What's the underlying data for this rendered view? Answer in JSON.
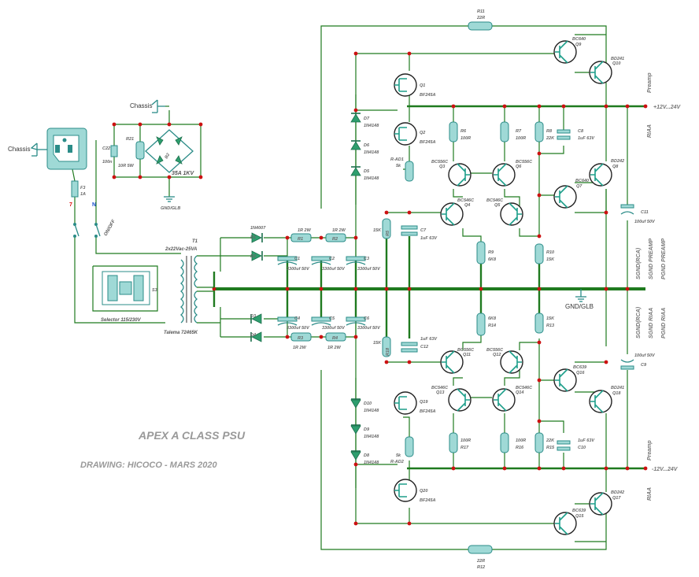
{
  "title": "APEX A CLASS PSU",
  "drawing": "DRAWING: HICOCO - MARS 2020",
  "chassis_labels": [
    "Chassis",
    "Chassis"
  ],
  "fuse": {
    "name": "F3",
    "value": "1A"
  },
  "switch": "ON/OFF",
  "mains_markers": {
    "live": "7",
    "neutral": "N"
  },
  "transformer": {
    "name": "T1",
    "rating": "2x22Vac-25VA",
    "model": "Talema 72465K"
  },
  "selector": {
    "label": "Selector 115/230V",
    "switch": "S3"
  },
  "bridge": {
    "name": "B2",
    "rating": "35A 1KV"
  },
  "snubber": {
    "cap": "C22",
    "cap_value": "100n",
    "res": "R21",
    "res_value": "10R 5W"
  },
  "gnd_glb": "GND/GLB",
  "gnd_glb_small": "GND/GLB",
  "rectifier_diode": "1N4007",
  "diodes_rect": [
    "D1",
    "D2",
    "D3",
    "D4"
  ],
  "res_rect": {
    "top": [
      "R1",
      "R2"
    ],
    "bottom": [
      "R3",
      "R4"
    ],
    "value": "1R 2W"
  },
  "caps_bulk": {
    "top": [
      "C1",
      "C2",
      "C3"
    ],
    "bottom": [
      "C4",
      "C5",
      "C6"
    ],
    "value": "3300uf 50V"
  },
  "zeners": {
    "top": [
      {
        "name": "D7",
        "type": "1N4148"
      },
      {
        "name": "D6",
        "type": "1N4148"
      },
      {
        "name": "D5",
        "type": "1N4148"
      }
    ],
    "bottom": [
      {
        "name": "D10",
        "type": "1N4148"
      },
      {
        "name": "D9",
        "type": "1N4148"
      },
      {
        "name": "D8",
        "type": "1N4148"
      }
    ]
  },
  "top_section": {
    "r11": {
      "name": "R11",
      "value": "22R"
    },
    "q9": {
      "type": "BC640",
      "name": "Q9"
    },
    "q10": {
      "type": "BD241",
      "name": "Q10"
    },
    "q1": {
      "type": "BF245A",
      "name": "Q1"
    },
    "q2": {
      "type": "BF245A",
      "name": "Q2"
    },
    "rad1": {
      "name": "R-AD1",
      "value": "5k"
    },
    "r6": {
      "name": "R6",
      "value": "100R"
    },
    "r7": {
      "name": "R7",
      "value": "100R"
    },
    "r8": {
      "name": "R8",
      "value": "22K"
    },
    "c8": {
      "name": "C8",
      "value": "1uF 63V"
    },
    "q3": {
      "type": "BC556C",
      "name": "Q3"
    },
    "q6": {
      "type": "BC556C",
      "name": "Q6"
    },
    "q4": {
      "type": "BC546C",
      "name": "Q4"
    },
    "q5": {
      "type": "BC546C",
      "name": "Q5"
    },
    "q7": {
      "type": "BC640",
      "name": "Q7"
    },
    "q8": {
      "type": "BD242",
      "name": "Q8"
    },
    "r5": {
      "name": "R5",
      "value": "15K"
    },
    "c7": {
      "name": "C7",
      "value": "1uF 63V"
    },
    "r9": {
      "name": "R9",
      "value": "6K8"
    },
    "r10": {
      "name": "R10",
      "value": "15K"
    },
    "c11": {
      "name": "C11",
      "value": "100uf 50V"
    },
    "rail": "+12V...24V",
    "preamp": "Preamp",
    "riaa": "RIAA"
  },
  "bottom_section": {
    "r12": {
      "name": "R12",
      "value": "22R"
    },
    "q13": {
      "type": "BC639",
      "name": "Q15"
    },
    "q17": {
      "type": "BD242",
      "name": "Q17"
    },
    "q20": {
      "type": "BF245A",
      "name": "Q20"
    },
    "q19": {
      "type": "BF245A",
      "name": "Q19"
    },
    "rad2": {
      "name": "R-AD2",
      "value": "5k"
    },
    "r17": {
      "name": "R17",
      "value": "100R"
    },
    "r16": {
      "name": "R16",
      "value": "100R"
    },
    "r15": {
      "name": "R15",
      "value": "22K"
    },
    "c10": {
      "name": "C10",
      "value": "1uF 63V"
    },
    "q11": {
      "type": "BC556C",
      "name": "Q11"
    },
    "q12": {
      "type": "BC556C",
      "name": "Q12"
    },
    "q13b": {
      "type": "BC546C",
      "name": "Q13"
    },
    "q14": {
      "type": "BC546C",
      "name": "Q14"
    },
    "q16": {
      "type": "BC639",
      "name": "Q16"
    },
    "q18": {
      "type": "BD241",
      "name": "Q18"
    },
    "r18": {
      "name": "R18",
      "value": "15K"
    },
    "c12": {
      "name": "C12",
      "value": "1uF 63V"
    },
    "r14": {
      "name": "R14",
      "value": "6K8"
    },
    "r13": {
      "name": "R13",
      "value": "15K"
    },
    "c9": {
      "name": "C9",
      "value": "100uf 50V"
    },
    "rail": "-12V...24V",
    "preamp": "Preamp",
    "riaa": "RIAA"
  },
  "ground_labels": [
    "SGND(RCA)",
    "SGND RIAA",
    "PGND PREAMP",
    "SGND PREAMP",
    "SGND(RCA)",
    "PGND RIAA"
  ],
  "colors": {
    "wire": "#1f7a1f",
    "node": "#cc1111",
    "part": "#9fd9d6",
    "title": "#999999"
  }
}
